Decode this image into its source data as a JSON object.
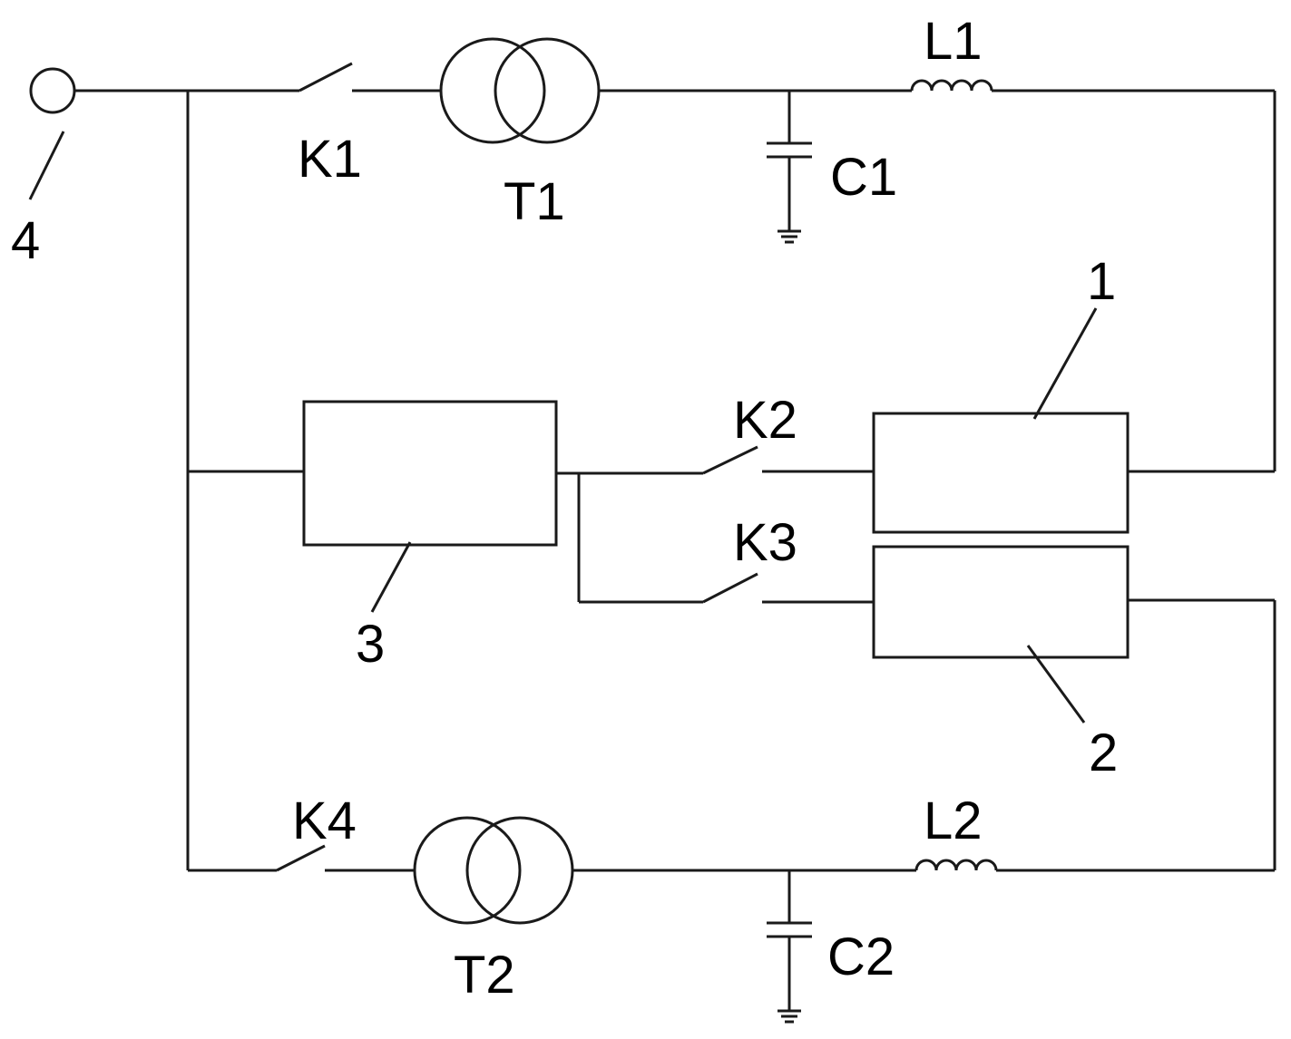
{
  "labels": {
    "terminal": "4",
    "k1": "K1",
    "t1": "T1",
    "l1": "L1",
    "c1": "C1",
    "k2": "K2",
    "k3": "K3",
    "k4": "K4",
    "t2": "T2",
    "l2": "L2",
    "c2": "C2",
    "block1": "1",
    "block2": "2",
    "block3": "3"
  }
}
